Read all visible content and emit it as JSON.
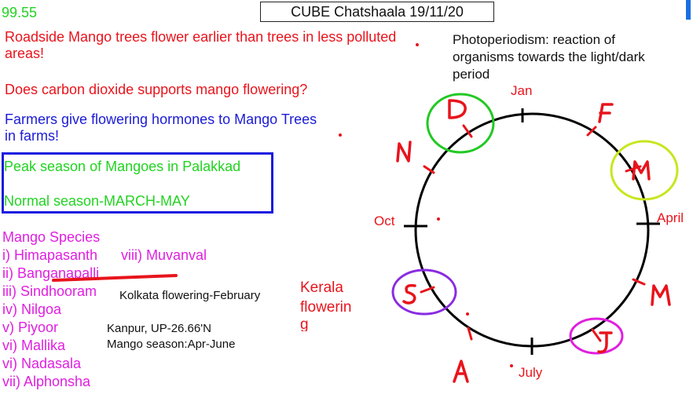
{
  "score": "99.55",
  "title": "CUBE Chatshaala 19/11/20",
  "notes": {
    "roadside": "Roadside Mango trees flower earlier than trees in less polluted",
    "roadside2": "areas!",
    "co2": "Does carbon dioxide supports mango flowering?",
    "farmers": "Farmers give flowering hormones to Mango Trees",
    "farmers2": "in farms!",
    "peak": "Peak season of Mangoes in Palakkad",
    "normal": "Normal season-MARCH-MAY",
    "photo1": "Photoperiodism: reaction of",
    "photo2": "organisms towards the light/dark",
    "photo3": "period",
    "kolkata": "Kolkata flowering-February",
    "kanpur": "Kanpur, UP-26.66'N",
    "season": "Mango season:Apr-June",
    "kerala1": "Kerala",
    "kerala2": "flowerin",
    "kerala3": "g"
  },
  "species": {
    "heading": "Mango Species",
    "items": [
      "i) Himapasanth",
      "ii) Banganapalli",
      "iii) Sindhooram",
      "iv) Nilgoa",
      "v) Piyoor",
      "vi) Mallika",
      "vi) Nadasala",
      "vii) Alphonsha"
    ],
    "extra": "viii) Muvanval"
  },
  "calendar": {
    "jan": "Jan",
    "april": "April",
    "july": "July",
    "oct": "Oct"
  },
  "handwritten_letters": [
    "D",
    "F",
    "M",
    "M",
    "J",
    "A",
    "S",
    "N"
  ]
}
